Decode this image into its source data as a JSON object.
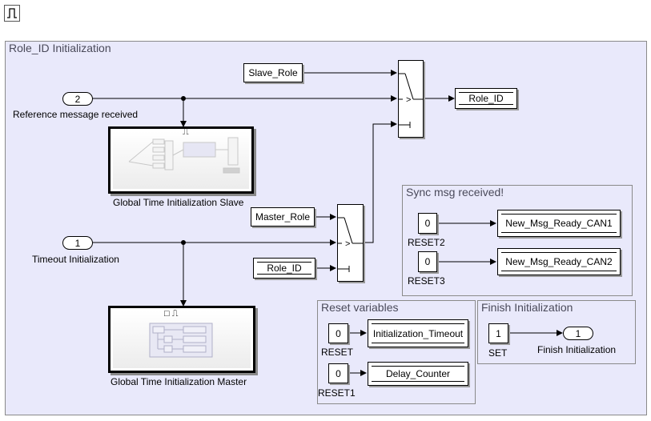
{
  "toolbar": {
    "icon": "pulse-icon"
  },
  "areas": {
    "main": "Role_ID Initialization",
    "sync": "Sync msg received!",
    "reset": "Reset variables",
    "finish": "Finish Initialization"
  },
  "blocks": {
    "slave_role": "Slave_Role",
    "master_role": "Master_Role",
    "role_id_store": "Role_ID",
    "role_id_read": "Role_ID",
    "switch_op": ">",
    "switch2_op": ">",
    "new_msg_can1": "New_Msg_Ready_CAN1",
    "new_msg_can2": "New_Msg_Ready_CAN2",
    "init_timeout": "Initialization_Timeout",
    "delay_counter": "Delay_Counter",
    "const_reset2": "0",
    "const_reset3": "0",
    "const_reset": "0",
    "const_reset1": "0",
    "const_set": "1",
    "label_reset2": "RESET2",
    "label_reset3": "RESET3",
    "label_reset": "RESET",
    "label_reset1": "RESET1",
    "label_set": "SET"
  },
  "ports": {
    "in2": {
      "num": "2",
      "label": "Reference message received"
    },
    "in1": {
      "num": "1",
      "label": "Timeout Initialization"
    },
    "out1": {
      "num": "1",
      "label": "Finish Initialization"
    }
  },
  "subsystems": {
    "slave": "Global Time Initialization Slave",
    "master": "Global Time Initialization Master"
  }
}
